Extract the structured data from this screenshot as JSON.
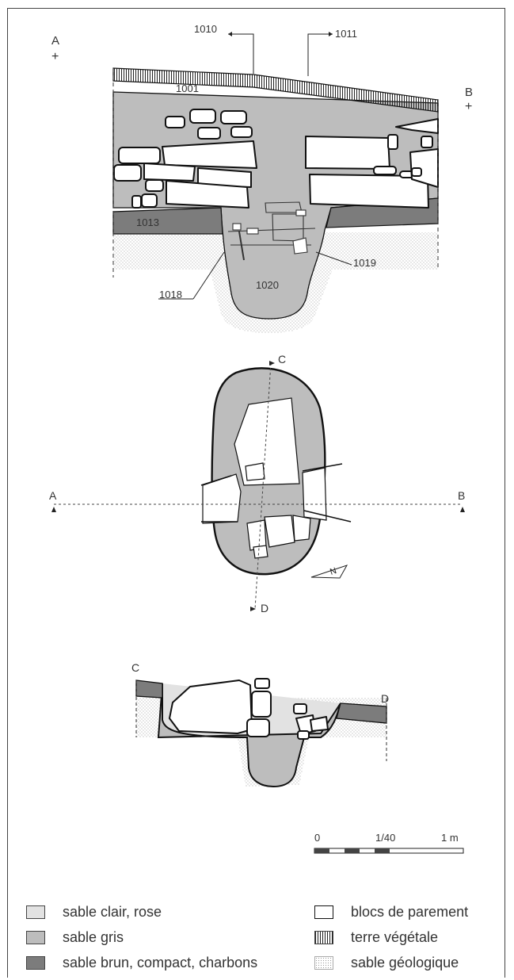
{
  "section_ab": {
    "endpoint_a": "A",
    "endpoint_b": "B",
    "marker": "+",
    "labels": {
      "u1010": "1010",
      "u1011": "1011",
      "u1001": "1001",
      "u1013": "1013",
      "u1018": "1018",
      "u1019": "1019",
      "u1020": "1020"
    }
  },
  "plan": {
    "axis_a": "A",
    "axis_b": "B",
    "axis_c": "C",
    "axis_d": "D",
    "north_label": "N"
  },
  "section_cd": {
    "endpoint_c": "C",
    "endpoint_d": "D"
  },
  "scale_bar": {
    "start": "0",
    "ratio": "1/40",
    "end": "1 m"
  },
  "legend": {
    "items": [
      {
        "label": "sable clair, rose",
        "color": "#e2e2e2"
      },
      {
        "label": "sable gris",
        "color": "#bdbdbd"
      },
      {
        "label": "sable brun, compact, charbons",
        "color": "#7c7c7c"
      },
      {
        "label": "blocs de parement",
        "color": "#ffffff"
      },
      {
        "label": "terre végétale",
        "color": "#222222"
      },
      {
        "label": "sable géologique",
        "color": "#9a9a9a"
      }
    ]
  }
}
